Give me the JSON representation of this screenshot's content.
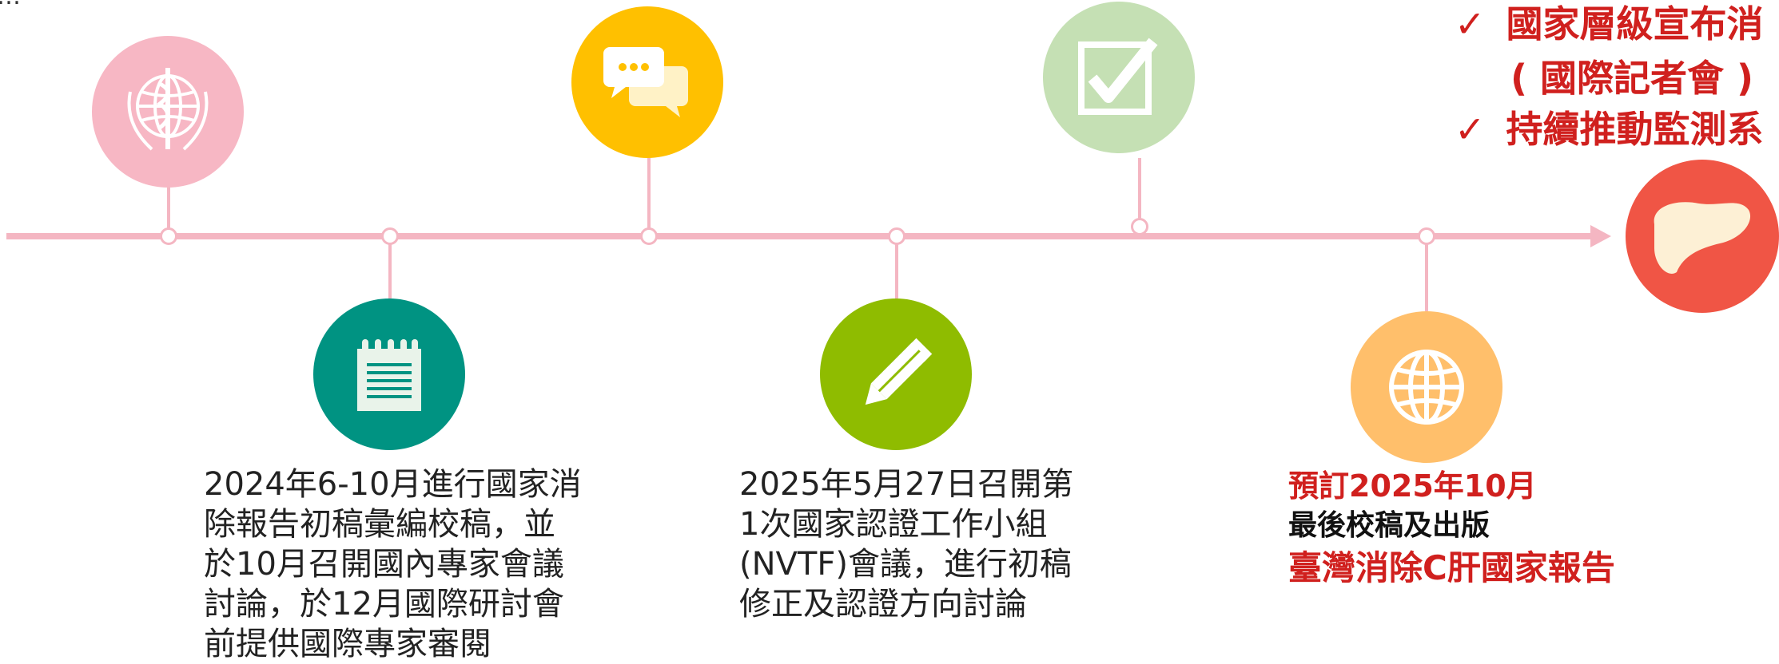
{
  "top_note": {
    "text": "…"
  },
  "top_right": {
    "check_mark": "✓",
    "item1_line1": "國家層級宣布消",
    "item1_line2": "( 國際記者會 )",
    "item2": "持續推動監測系"
  },
  "milestones": [
    {
      "icon": "who-emblem-icon",
      "color": "#f7b7c4"
    },
    {
      "icon": "notepad-icon",
      "color": "#009382",
      "lines": [
        "2024年6-10月進行國家消",
        "除報告初稿彙編校稿，並",
        "於10月召開國內專家會議",
        "討論，於12月國際研討會",
        "前提供國際專家審閱"
      ]
    },
    {
      "icon": "chat-bubbles-icon",
      "color": "#ffc000"
    },
    {
      "icon": "pencil-icon",
      "color": "#8fbc00",
      "lines": [
        "2025年5月27日召開第",
        "1次國家認證工作小組",
        "(NVTF)會議，進行初稿",
        "修正及認證方向討論"
      ]
    },
    {
      "icon": "checkbox-icon",
      "color": "#c5e0b4"
    },
    {
      "icon": "globe-icon",
      "color": "#ffbf6b",
      "line1": "預訂2025年10月",
      "line2": "最後校稿及出版",
      "line3": "臺灣消除C肝國家報告"
    },
    {
      "icon": "liver-icon",
      "color": "#f05545"
    }
  ],
  "colors": {
    "timeline": "#f4b6c2",
    "emphasis": "#d0201e"
  }
}
